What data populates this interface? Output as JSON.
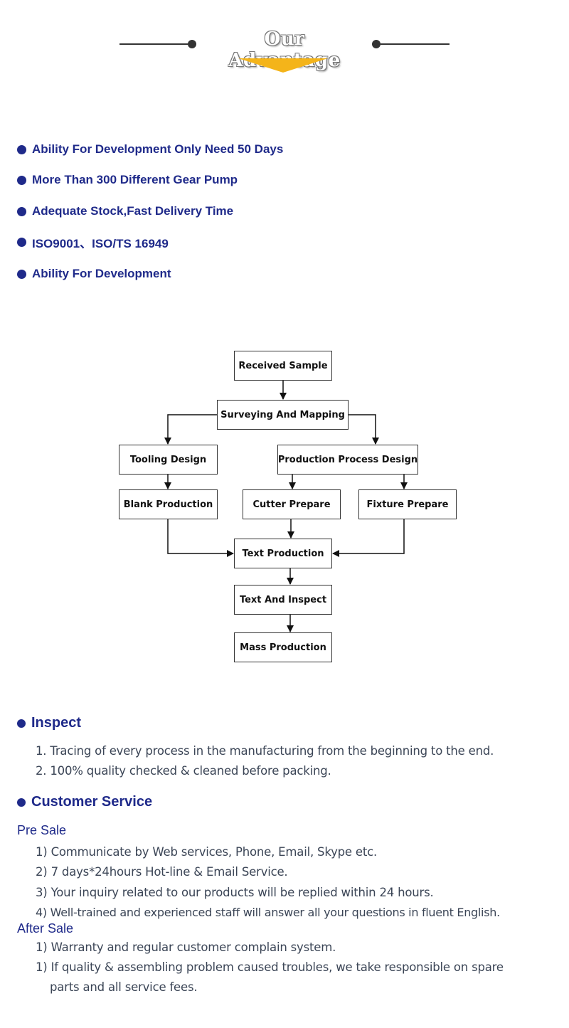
{
  "header": {
    "title": "Our Advantage",
    "accent_color": "#f4b41a"
  },
  "advantages": [
    "Ability For Development Only Need 50 Days",
    "More Than 300 Different Gear Pump",
    "Adequate Stock,Fast Delivery Time",
    "ISO9001、ISO/TS 16949",
    "Ability For Development"
  ],
  "flowchart": {
    "steps": {
      "received_sample": "Received Sample",
      "surveying": "Surveying And Mapping",
      "tooling": "Tooling Design",
      "process_design": "Production Process Design",
      "blank": "Blank Production",
      "cutter": "Cutter Prepare",
      "fixture": "Fixture Prepare",
      "text_production": "Text Production",
      "inspect": "Text And Inspect",
      "mass": "Mass Production"
    }
  },
  "inspect": {
    "title": "Inspect",
    "items": [
      "1. Tracing of every process in the manufacturing from the beginning to the end.",
      "2. 100% quality checked & cleaned before packing."
    ]
  },
  "customer_service": {
    "title": "Customer Service",
    "pre_sale": {
      "title": "Pre Sale",
      "items": [
        "1) Communicate by Web services, Phone, Email, Skype etc.",
        "2) 7 days*24hours Hot-line & Email Service.",
        "3) Your inquiry related to our products will be replied within 24 hours.",
        "4) Well-trained and experienced staff will answer all your questions in fluent English."
      ]
    },
    "after_sale": {
      "title": "After Sale",
      "items": [
        "1) Warranty and regular customer complain system.",
        "1) If quality & assembling problem caused troubles, we take responsible on spare",
        "parts and all service fees."
      ]
    }
  },
  "colors": {
    "heading_blue": "#1f2a8a",
    "body_text": "#3b4556"
  }
}
